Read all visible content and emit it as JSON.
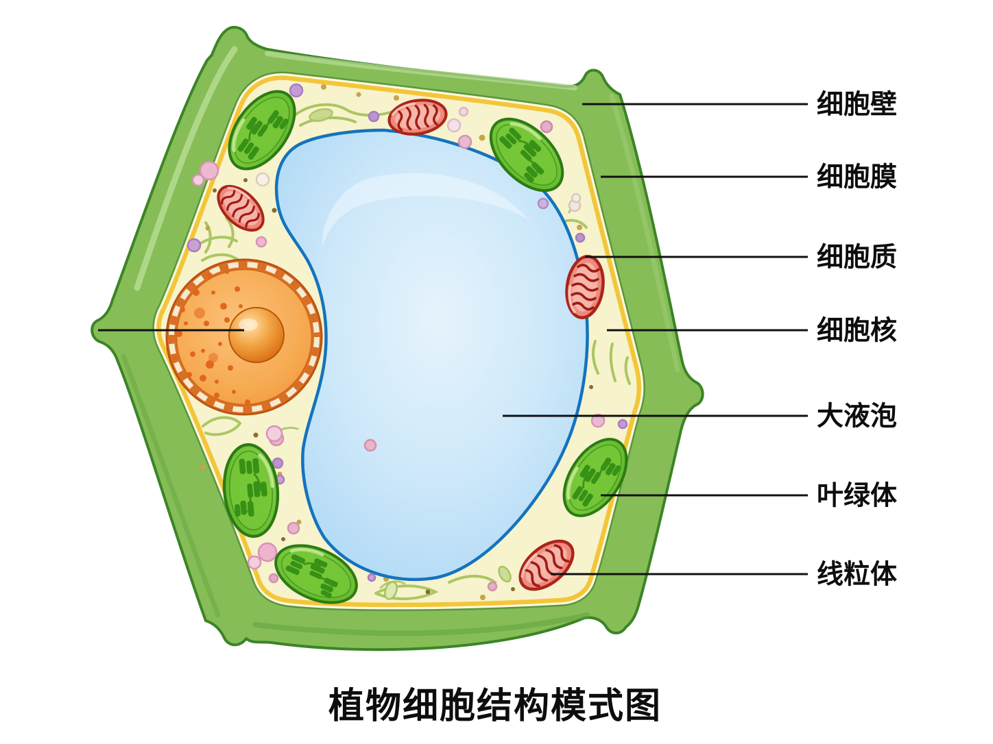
{
  "title": "植物细胞结构模式图",
  "diagram_type": "plant-cell-structure",
  "labels": [
    {
      "text": "细胞壁"
    },
    {
      "text": "细胞膜"
    },
    {
      "text": "细胞质"
    },
    {
      "text": "细胞核"
    },
    {
      "text": "大液泡"
    },
    {
      "text": "叶绿体"
    },
    {
      "text": "线粒体"
    }
  ],
  "colors": {
    "background": "#ffffff",
    "cell_wall": "#86bd57",
    "cell_wall_outline": "#3c8427",
    "cell_membrane": "#f3c63a",
    "cytoplasm": "#f7f3cd",
    "vacuole_border": "#1473bd",
    "vacuole_fill": "#cfe9fa",
    "nucleus": "#f5a049",
    "nucleolus": "#e07d18",
    "chloroplast": "#5fb82c",
    "chloroplast_outline": "#2c7a14",
    "mitochondrion": "#e4685a",
    "mitochondrion_outline": "#ab241a",
    "leader_line": "#111111",
    "label_text": "#0d0d0d"
  }
}
